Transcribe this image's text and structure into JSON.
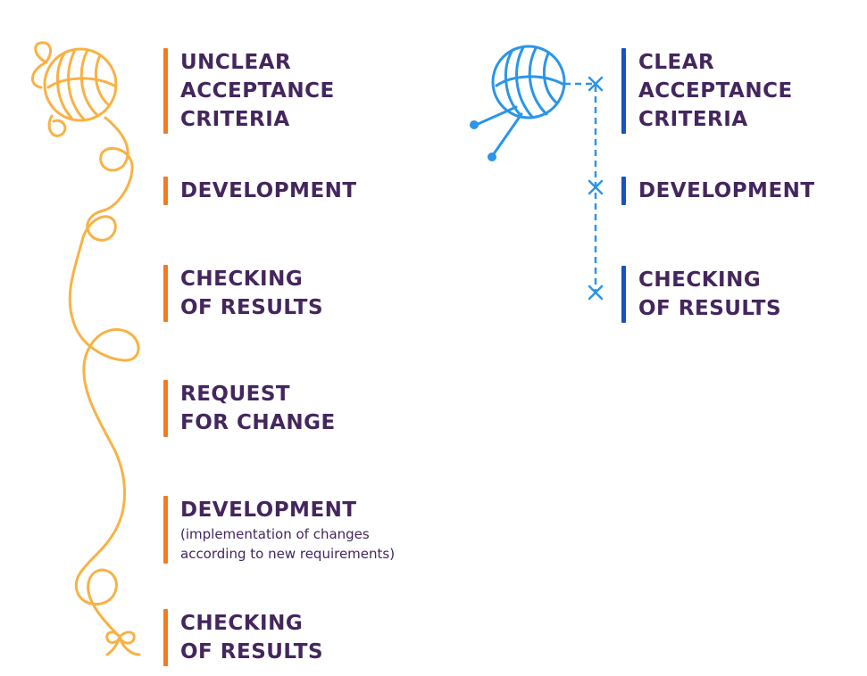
{
  "left_flow": {
    "steps": [
      {
        "label": "UNCLEAR\nACCEPTANCE\nCRITERIA"
      },
      {
        "label": "DEVELOPMENT"
      },
      {
        "label": "CHECKING\nOF RESULTS"
      },
      {
        "label": "REQUEST\nFOR CHANGE"
      },
      {
        "label": "DEVELOPMENT",
        "note": "(implementation of changes\naccording to new requirements)"
      },
      {
        "label": "CHECKING\nOF RESULTS"
      }
    ]
  },
  "right_flow": {
    "steps": [
      {
        "label": "CLEAR\nACCEPTANCE\nCRITERIA"
      },
      {
        "label": "DEVELOPMENT"
      },
      {
        "label": "CHECKING\nOF RESULTS"
      }
    ]
  },
  "colors": {
    "yarn_orange": "#f8b244",
    "bar_orange": "#f47a20",
    "yarn_blue": "#2b95e8",
    "bar_blue": "#1c4fc4",
    "text": "#44265e"
  },
  "icons": {
    "left": "tangled-yarn-ball-icon",
    "right": "yarn-ball-with-needles-icon"
  }
}
